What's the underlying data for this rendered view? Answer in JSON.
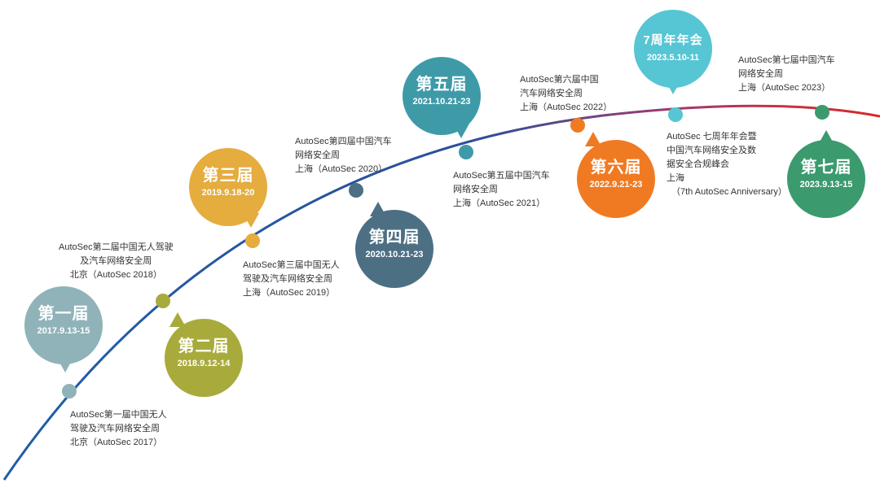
{
  "colors": {
    "e1": "#8fb3b9",
    "e2": "#a8ab3c",
    "e3": "#e5ac3e",
    "e4": "#4d6f84",
    "e5": "#3f9aa8",
    "e6": "#f07a22",
    "anniv": "#56c5d4",
    "e7": "#3b9a6e"
  },
  "events": [
    {
      "id": "e1",
      "title": "第一届",
      "date": "2017.9.13-15",
      "lines": [
        "AutoSec第一届中国无人",
        "驾驶及汽车网络安全周",
        "北京（AutoSec 2017）"
      ]
    },
    {
      "id": "e2",
      "title": "第二届",
      "date": "2018.9.12-14",
      "lines": [
        "AutoSec第二届中国无人驾驶",
        "及汽车网络安全周",
        "北京（AutoSec 2018）"
      ]
    },
    {
      "id": "e3",
      "title": "第三届",
      "date": "2019.9.18-20",
      "lines": [
        "AutoSec第三届中国无人",
        "驾驶及汽车网络安全周",
        "上海（AutoSec 2019）"
      ]
    },
    {
      "id": "e4",
      "title": "第四届",
      "date": "2020.10.21-23",
      "lines": [
        "AutoSec第四届中国汽车",
        "网络安全周",
        "上海（AutoSec 2020）"
      ]
    },
    {
      "id": "e5",
      "title": "第五届",
      "date": "2021.10.21-23",
      "lines": [
        "AutoSec第五届中国汽车",
        "网络安全周",
        "上海（AutoSec 2021）"
      ]
    },
    {
      "id": "e6",
      "title": "第六届",
      "date": "2022.9.21-23",
      "lines": [
        "AutoSec第六届中国",
        "汽车网络安全周",
        "上海（AutoSec 2022）"
      ]
    },
    {
      "id": "anniv",
      "title": "7周年年会",
      "date": "2023.5.10-11",
      "lines": [
        "AutoSec 七周年年会暨",
        "中国汽车网络安全及数",
        "据安全合规峰会",
        "上海",
        "（7th AutoSec Anniversary）"
      ]
    },
    {
      "id": "e7",
      "title": "第七届",
      "date": "2023.9.13-15",
      "lines": [
        "AutoSec第七届中国汽车",
        "网络安全周",
        "上海（AutoSec 2023）"
      ]
    }
  ]
}
